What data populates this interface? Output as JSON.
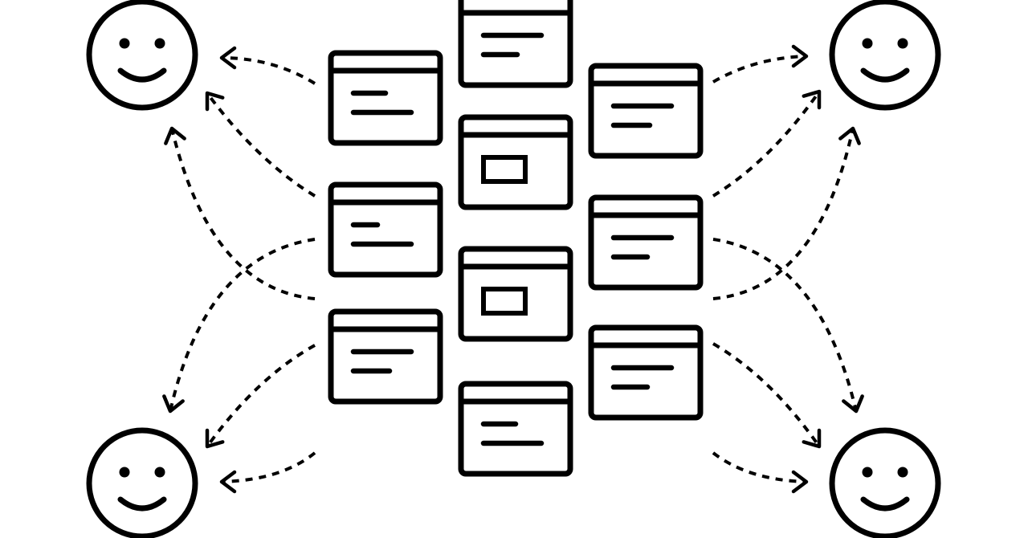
{
  "colors": {
    "background": "#ffffff",
    "ink": "#000000"
  },
  "icons": {
    "user": "smiley-face-icon",
    "window_text": "text-window-icon",
    "window_media": "media-window-icon"
  },
  "users": [
    {
      "name": "user-top-left",
      "icon": "smiley-face-icon"
    },
    {
      "name": "user-top-right",
      "icon": "smiley-face-icon"
    },
    {
      "name": "user-bottom-left",
      "icon": "smiley-face-icon"
    },
    {
      "name": "user-bottom-right",
      "icon": "smiley-face-icon"
    }
  ],
  "windows": [
    {
      "column": "left",
      "kind": "text",
      "line_lengths": [
        0.4,
        0.72
      ]
    },
    {
      "column": "left",
      "kind": "text",
      "line_lengths": [
        0.3,
        0.72
      ]
    },
    {
      "column": "left",
      "kind": "text",
      "line_lengths": [
        0.72,
        0.45
      ]
    },
    {
      "column": "center",
      "kind": "text",
      "line_lengths": [
        0.72,
        0.42
      ]
    },
    {
      "column": "center",
      "kind": "media"
    },
    {
      "column": "center",
      "kind": "media"
    },
    {
      "column": "center",
      "kind": "text",
      "line_lengths": [
        0.4,
        0.72
      ]
    },
    {
      "column": "right",
      "kind": "text",
      "line_lengths": [
        0.72,
        0.45
      ]
    },
    {
      "column": "right",
      "kind": "text",
      "line_lengths": [
        0.72,
        0.42
      ]
    },
    {
      "column": "right",
      "kind": "text",
      "line_lengths": [
        0.72,
        0.42
      ]
    }
  ],
  "connections": [
    {
      "from": "window-left-1",
      "to": "user-top-left"
    },
    {
      "from": "window-left-2",
      "to": "user-top-left"
    },
    {
      "from": "window-left-3",
      "to": "user-top-left"
    },
    {
      "from": "window-left-2",
      "to": "user-bottom-left"
    },
    {
      "from": "window-left-3",
      "to": "user-bottom-left"
    },
    {
      "from": "window-left-4",
      "to": "user-bottom-left"
    },
    {
      "from": "window-right-1",
      "to": "user-top-right"
    },
    {
      "from": "window-right-2",
      "to": "user-top-right"
    },
    {
      "from": "window-right-3",
      "to": "user-top-right"
    },
    {
      "from": "window-right-2",
      "to": "user-bottom-right"
    },
    {
      "from": "window-right-3",
      "to": "user-bottom-right"
    },
    {
      "from": "window-right-4",
      "to": "user-bottom-right"
    }
  ]
}
